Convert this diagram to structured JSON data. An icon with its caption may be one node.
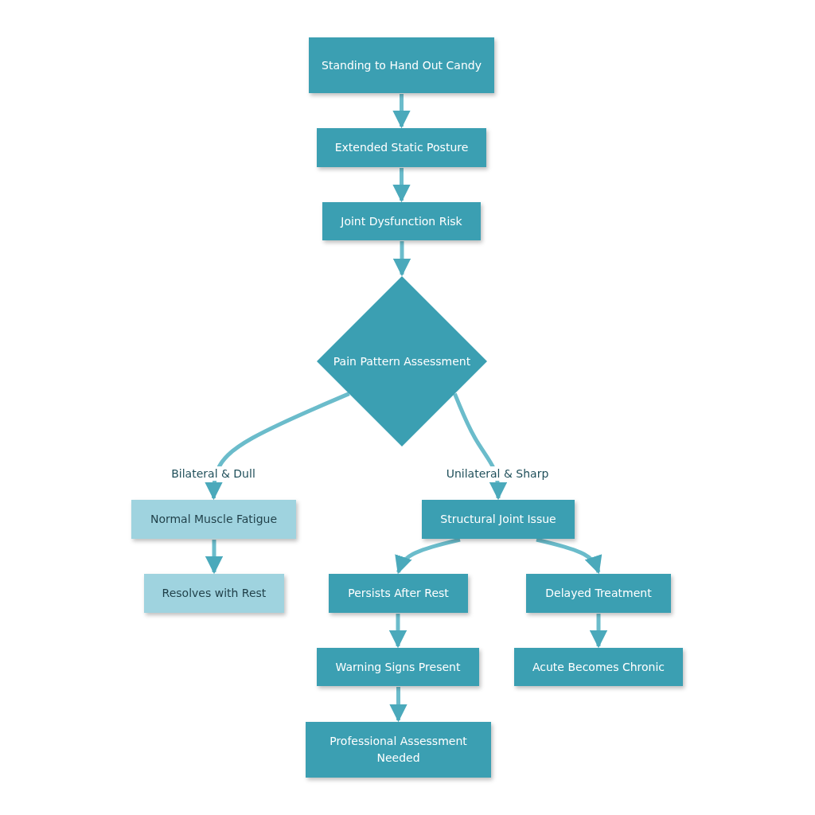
{
  "diagram": {
    "nodes": [
      {
        "text": [
          "Standing to Hand Out Candy"
        ]
      },
      {
        "text": [
          "Extended Static Posture"
        ]
      },
      {
        "text": [
          "Joint Dysfunction Risk"
        ]
      },
      {
        "text": [
          "Pain Pattern Assessment"
        ]
      },
      {
        "text": [
          "Normal Muscle Fatigue"
        ]
      },
      {
        "text": [
          "Resolves with Rest"
        ]
      },
      {
        "text": [
          "Structural Joint Issue"
        ]
      },
      {
        "text": [
          "Persists After Rest"
        ]
      },
      {
        "text": [
          "Delayed Treatment"
        ]
      },
      {
        "text": [
          "Warning Signs Present"
        ]
      },
      {
        "text": [
          "Acute Becomes Chronic"
        ]
      },
      {
        "text": [
          "Professional Assessment Needed"
        ]
      }
    ],
    "edges": [
      {
        "from": 0,
        "to": 1,
        "arrow": "to"
      },
      {
        "from": 1,
        "to": 2,
        "arrow": "to"
      },
      {
        "from": 2,
        "to": 3,
        "arrow": "to"
      },
      {
        "from": 3,
        "to": 4,
        "arrow": "to",
        "label": "Bilateral & Dull"
      },
      {
        "from": 3,
        "to": 6,
        "arrow": "to",
        "label": "Unilateral & Sharp"
      },
      {
        "from": 4,
        "to": 5,
        "arrow": "to"
      },
      {
        "from": 6,
        "to": 7,
        "arrow": "to"
      },
      {
        "from": 6,
        "to": 8,
        "arrow": "to"
      },
      {
        "from": 7,
        "to": 9,
        "arrow": "to"
      },
      {
        "from": 9,
        "to": 11,
        "arrow": "to"
      },
      {
        "from": 8,
        "to": 10,
        "arrow": "to"
      }
    ]
  }
}
